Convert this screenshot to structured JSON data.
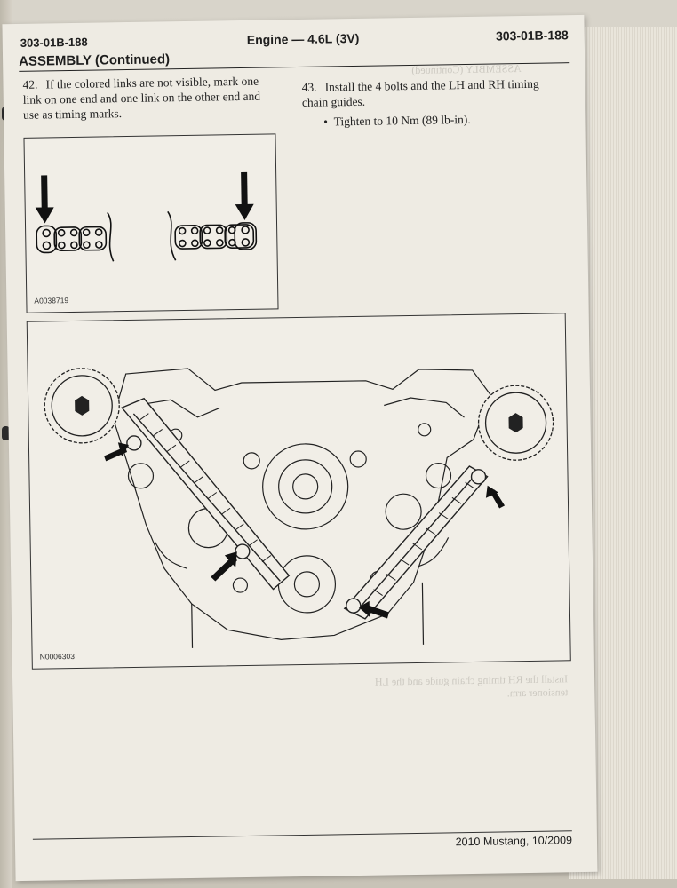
{
  "header": {
    "code_left": "303-01B-188",
    "title": "Engine — 4.6L (3V)",
    "code_right": "303-01B-188"
  },
  "section_title": "ASSEMBLY (Continued)",
  "step42": {
    "number": "42.",
    "text": "If the colored links are not visible, mark one link on one end and one link on the other end and use as timing marks."
  },
  "step43": {
    "number": "43.",
    "text": "Install the 4 bolts and the LH and RH timing chain guides.",
    "bullet": "Tighten to 10 Nm (89 lb-in)."
  },
  "figures": {
    "chain_figure_id": "A0038719",
    "engine_figure_id": "N0006303"
  },
  "footer": "2010 Mustang, 10/2009"
}
